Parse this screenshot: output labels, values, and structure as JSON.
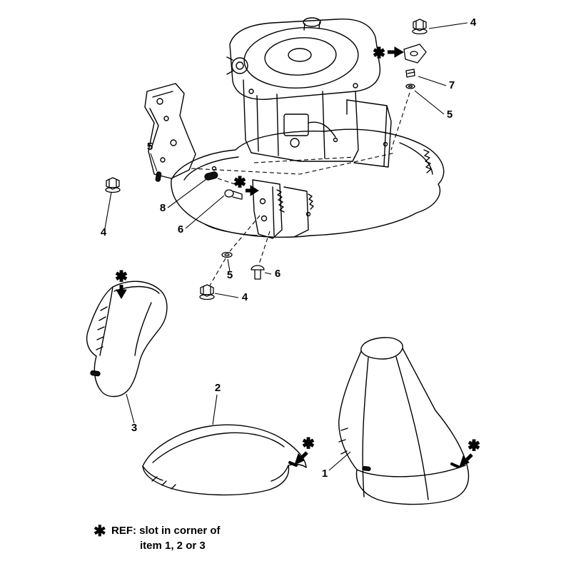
{
  "colors": {
    "background": "#ffffff",
    "line": "#000000"
  },
  "marker_symbol": "✱",
  "callouts": {
    "labels": [
      "4",
      "7",
      "5",
      "5",
      "8",
      "6",
      "4",
      "5",
      "6",
      "4",
      "3",
      "2",
      "1"
    ]
  },
  "note": {
    "symbol": "✱",
    "line1": "REF: slot in corner of",
    "line2": "item 1,  2  or  3"
  }
}
